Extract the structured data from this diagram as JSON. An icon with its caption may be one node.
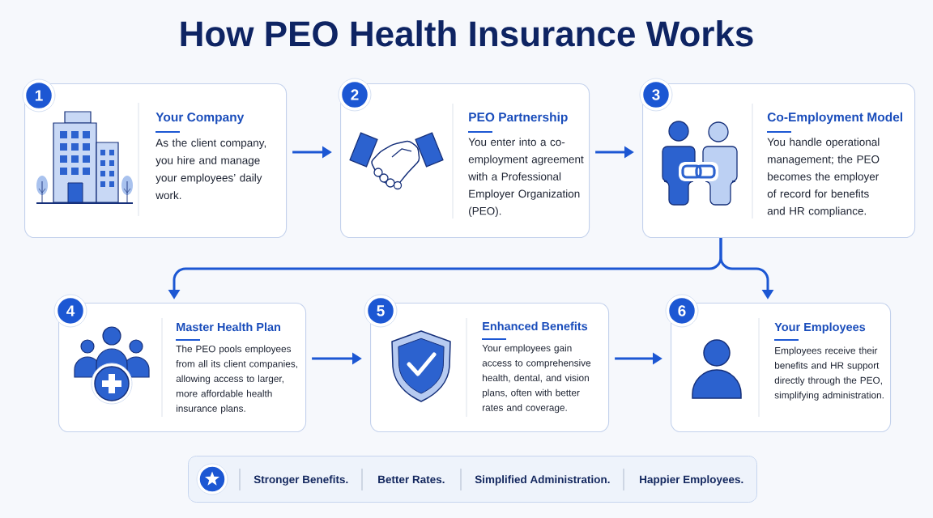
{
  "diagram": {
    "title": "How PEO Health Insurance Works",
    "nodes": [
      {
        "text": [
          "1",
          "Your Company",
          "As the client company, you hire and manage your employees’ daily work."
        ]
      },
      {
        "text": [
          "2",
          "PEO Partnership",
          "You enter into a co-employment agreement with a Professional Employer Organization (PEO)."
        ]
      },
      {
        "text": [
          "3",
          "Co-Employment Model",
          "You handle operational management; the PEO becomes the employer of record for benefits and HR compliance."
        ]
      },
      {
        "text": [
          "4",
          "Master Health Plan",
          "The PEO pools employees from all its client companies, allowing access to larger, more affordable health insurance plans."
        ]
      },
      {
        "text": [
          "5",
          "Enhanced Benefits",
          "Your employees gain access to comprehensive health, dental, and vision plans, often with better rates and coverage."
        ]
      },
      {
        "text": [
          "6",
          "Your Employees",
          "Employees receive their benefits and HR support directly through the PEO, simplifying administration."
        ]
      },
      {
        "text": [
          "Stronger Benefits.",
          "Better Rates.",
          "Simplified Administration.",
          "Happier Employees."
        ]
      }
    ],
    "edges": [
      {
        "from": 0,
        "to": 1,
        "arrow": "to"
      },
      {
        "from": 1,
        "to": 2,
        "arrow": "to"
      },
      {
        "from": 2,
        "to": 3,
        "arrow": "to"
      },
      {
        "from": 2,
        "to": 5,
        "arrow": "to"
      },
      {
        "from": 3,
        "to": 4,
        "arrow": "to"
      },
      {
        "from": 4,
        "to": 5,
        "arrow": "to"
      }
    ]
  }
}
